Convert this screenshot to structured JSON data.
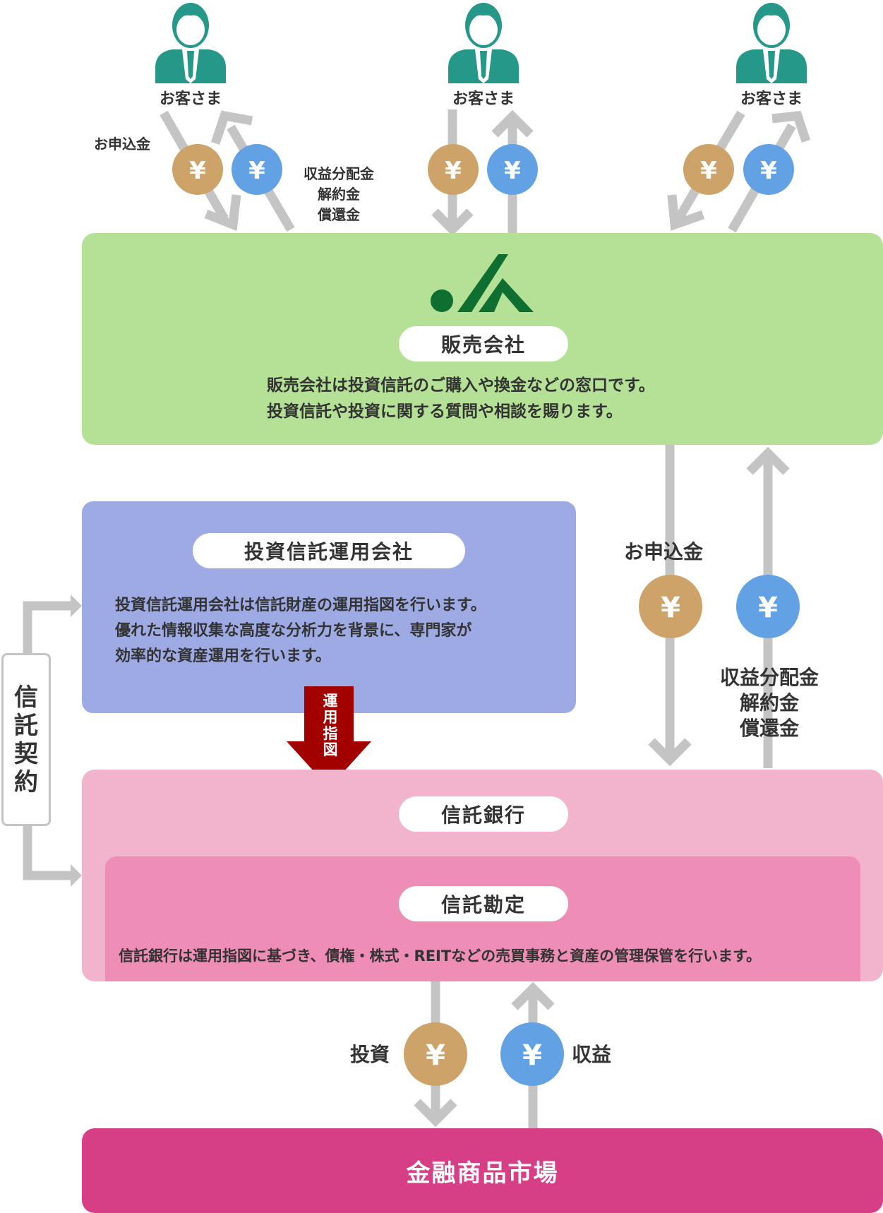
{
  "customers": [
    {
      "label": "お客さま"
    },
    {
      "label": "お客さま"
    },
    {
      "label": "お客さま"
    }
  ],
  "top_flow": {
    "left_application_label": "お申込金",
    "left_return_label": [
      "収益分配金",
      "解約金",
      "償還金"
    ],
    "yen_symbol": "¥"
  },
  "sales_company": {
    "logo": "JA",
    "title": "販売会社",
    "description": [
      "販売会社は投資信託のご購入や換金などの窓口です。",
      "投資信託や投資に関する質問や相談を賜ります。"
    ]
  },
  "management_company": {
    "title": "投資信託運用会社",
    "description": [
      "投資信託運用会社は信託財産の運用指図を行います。",
      "優れた情報収集な高度な分析力を背景に、専門家が",
      "効率的な資産運用を行います。"
    ]
  },
  "middle_flow": {
    "application_label": "お申込金",
    "return_label": [
      "収益分配金",
      "解約金",
      "償還金"
    ]
  },
  "contract": {
    "label": [
      "信",
      "託",
      "契",
      "約"
    ]
  },
  "instruction_arrow": {
    "label": [
      "運",
      "用",
      "指",
      "図"
    ]
  },
  "trust_bank": {
    "title": "信託銀行",
    "account_title": "信託勘定",
    "description": "信託銀行は運用指図に基づき、債権・株式・REITなどの売買事務と資産の管理保管を行います。"
  },
  "bottom_flow": {
    "invest_label": "投資",
    "profit_label": "収益"
  },
  "market": {
    "label": "金融商品市場"
  },
  "colors": {
    "person": "#26988a",
    "yen_pay": "#cda36a",
    "yen_return": "#62a2e4",
    "arrow_gray": "#c4c4c4",
    "sales_box": "#b5e196",
    "mgmt_box": "#9eaae4",
    "bank_box": "#f2b4cd",
    "account_box": "#ee8db5",
    "market_box": "#d63f86",
    "instruction_arrow": "#a30000",
    "ja_logo": "#0e6f30"
  }
}
